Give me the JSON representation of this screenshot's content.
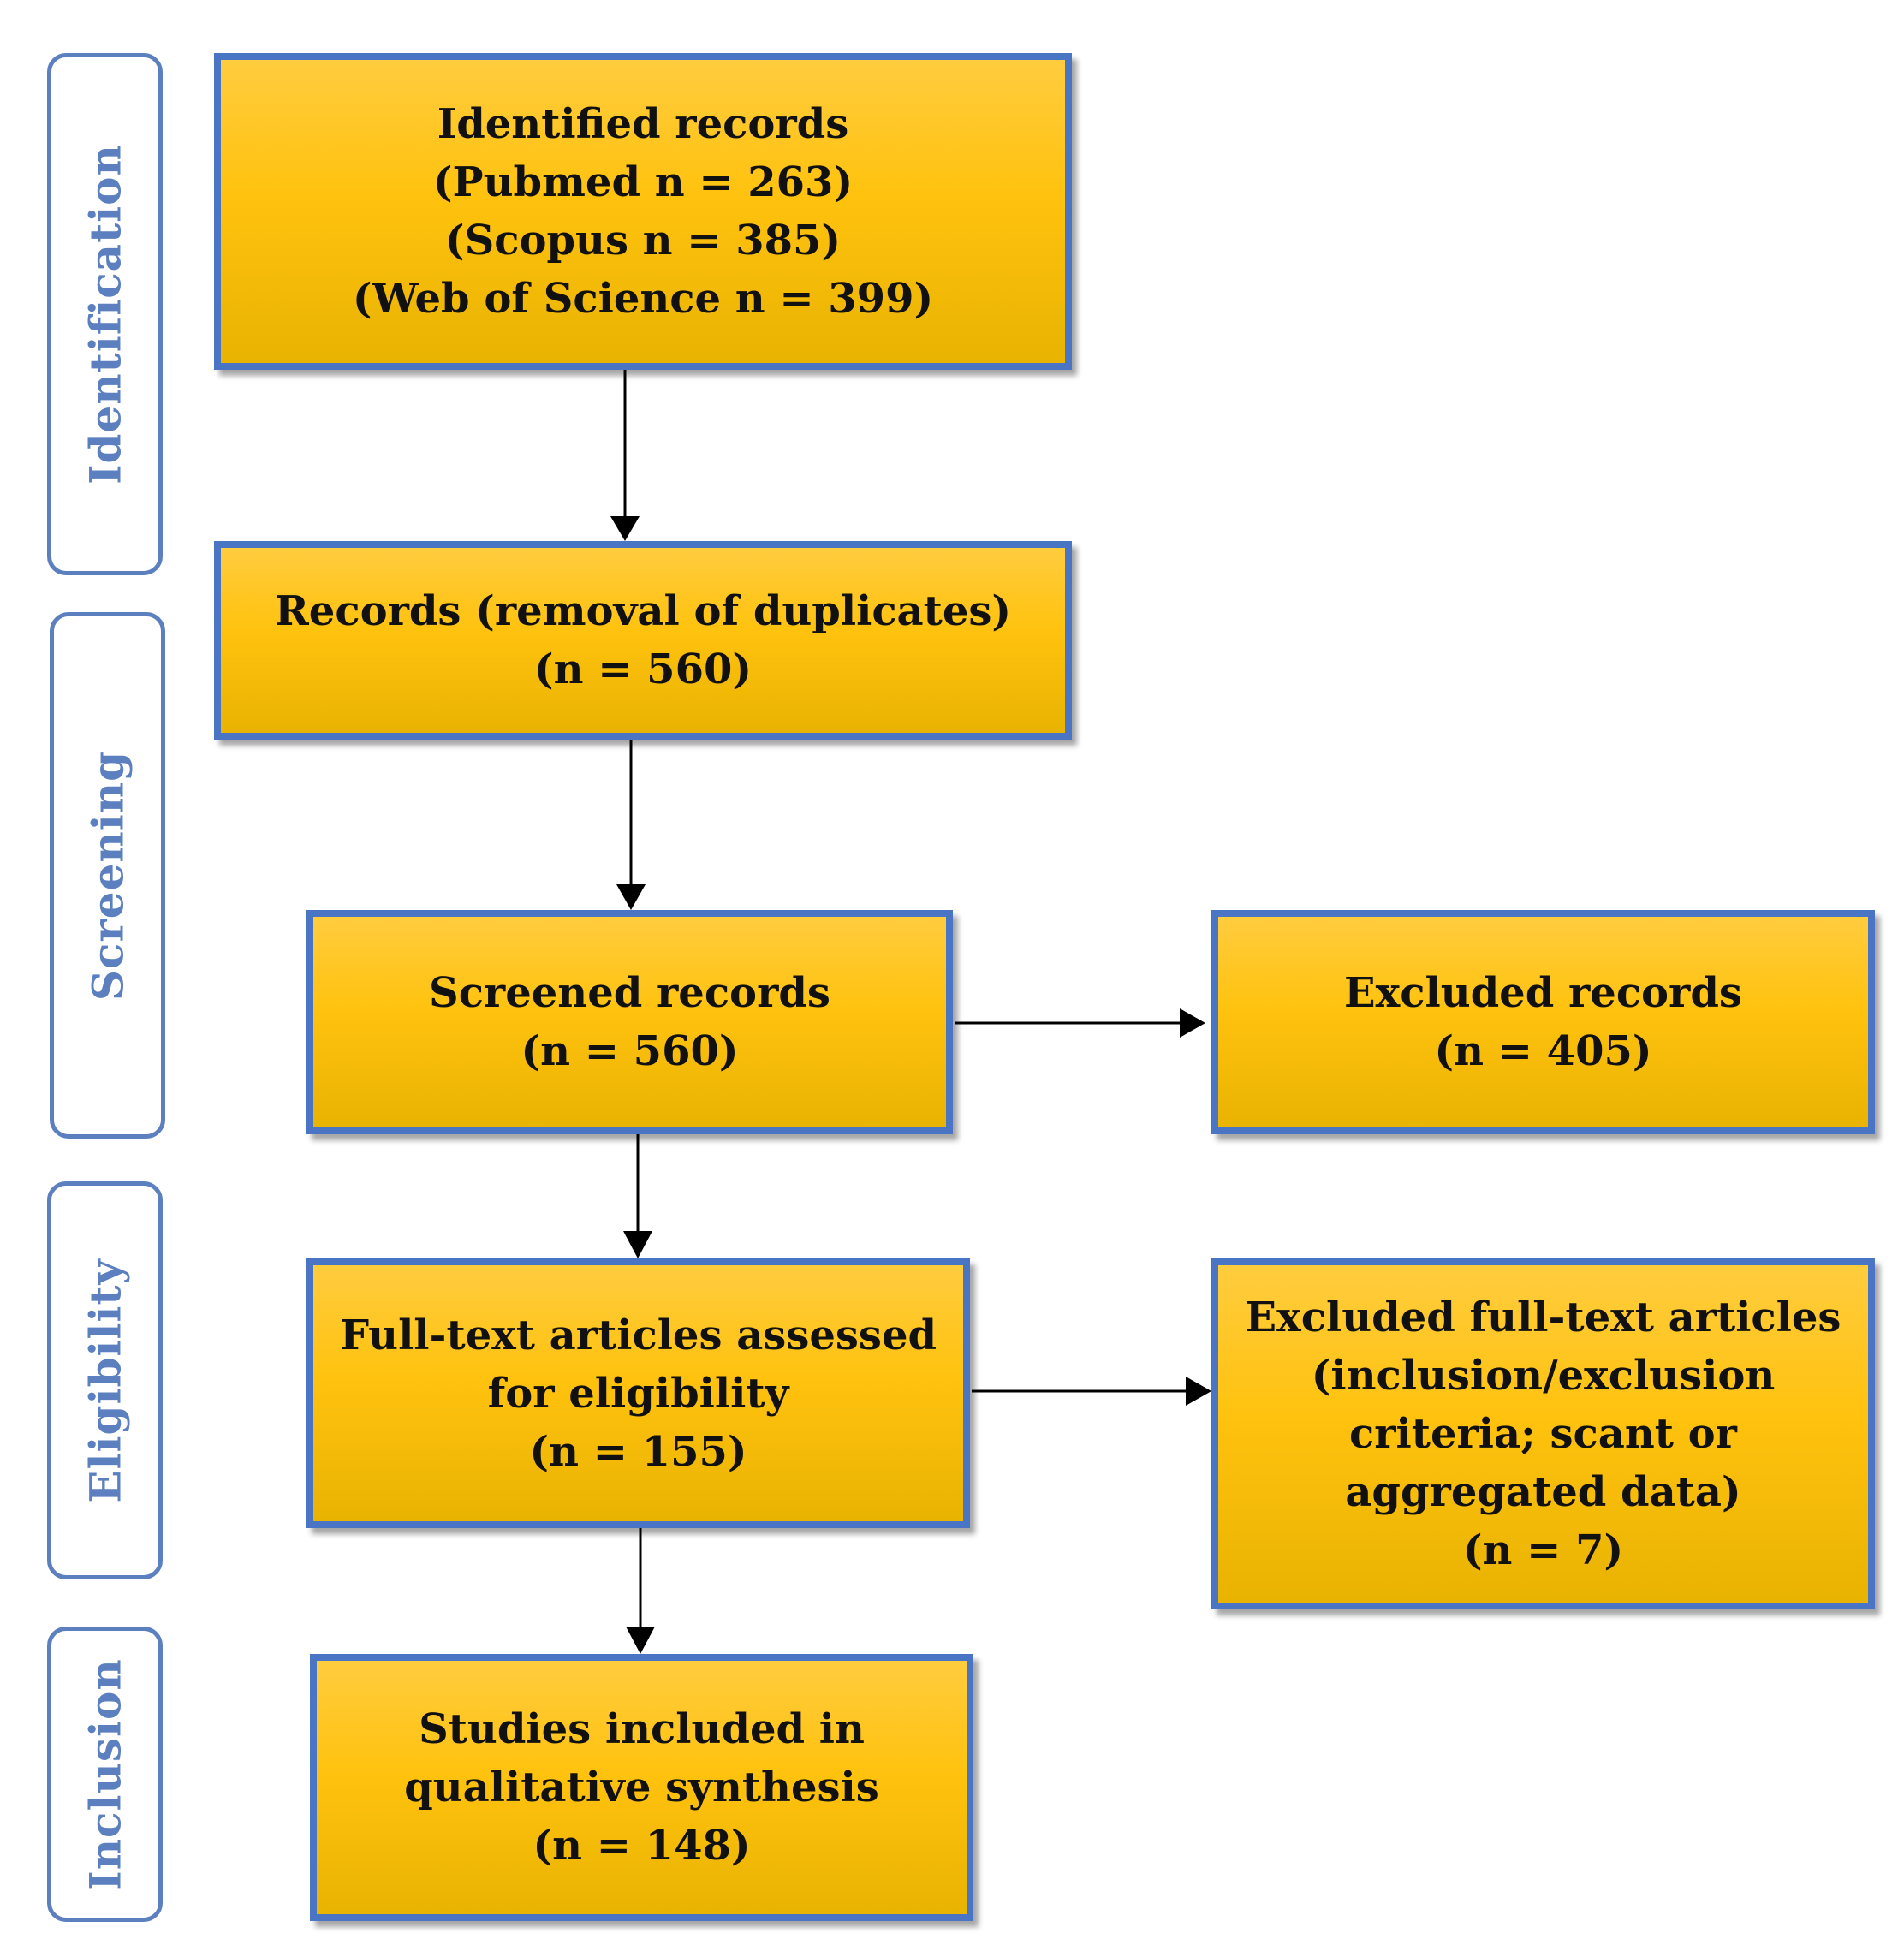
{
  "stages": {
    "identification": "Identification",
    "screening": "Screening",
    "eligibility": "Eligibility",
    "inclusion": "Inclusion"
  },
  "boxes": {
    "identified": {
      "lines": [
        "Identified records",
        "(Pubmed n = 263)",
        "(Scopus n = 385)",
        "(Web of Science n = 399)"
      ]
    },
    "deduplicated": {
      "lines": [
        "Records (removal of duplicates)",
        "(n = 560)"
      ]
    },
    "screened": {
      "lines": [
        "Screened records",
        "(n = 560)"
      ]
    },
    "excluded_records": {
      "lines": [
        "Excluded records",
        "(n = 405)"
      ]
    },
    "fulltext": {
      "lines": [
        "Full-text articles assessed",
        "for eligibility",
        "(n = 155)"
      ]
    },
    "excluded_fulltext": {
      "lines": [
        "Excluded full-text articles",
        "(inclusion/exclusion",
        "criteria; scant or",
        "aggregated data)",
        "(n = 7)"
      ]
    },
    "included": {
      "lines": [
        "Studies included in",
        "qualitative synthesis",
        "(n = 148)"
      ]
    }
  },
  "colors": {
    "box_fill": "#ffc20e",
    "box_border": "#4a74c4",
    "stage_color": "#5b7fbf",
    "arrow": "#000000"
  }
}
